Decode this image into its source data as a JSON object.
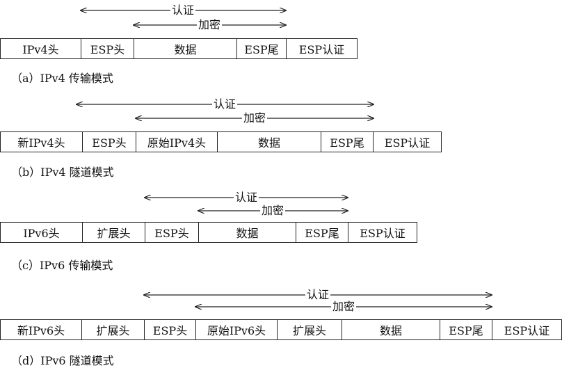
{
  "labels": {
    "auth": "认证",
    "encrypt": "加密"
  },
  "diagrams": [
    {
      "caption": "（a）IPv4 传输模式",
      "cells": [
        "IPv4头",
        "ESP头",
        "数据",
        "ESP尾",
        "ESP认证"
      ]
    },
    {
      "caption": "（b）IPv4 隧道模式",
      "cells": [
        "新IPv4头",
        "ESP头",
        "原始IPv4头",
        "数据",
        "ESP尾",
        "ESP认证"
      ]
    },
    {
      "caption": "（c）IPv6 传输模式",
      "cells": [
        "IPv6头",
        "扩展头",
        "ESP头",
        "数据",
        "ESP尾",
        "ESP认证"
      ]
    },
    {
      "caption": "（d）IPv6 隧道模式",
      "cells": [
        "新IPv6头",
        "扩展头",
        "ESP头",
        "原始IPv6头",
        "扩展头",
        "数据",
        "ESP尾",
        "ESP认证"
      ]
    }
  ],
  "colors": {
    "line": "#222222",
    "background": "#ffffff"
  }
}
